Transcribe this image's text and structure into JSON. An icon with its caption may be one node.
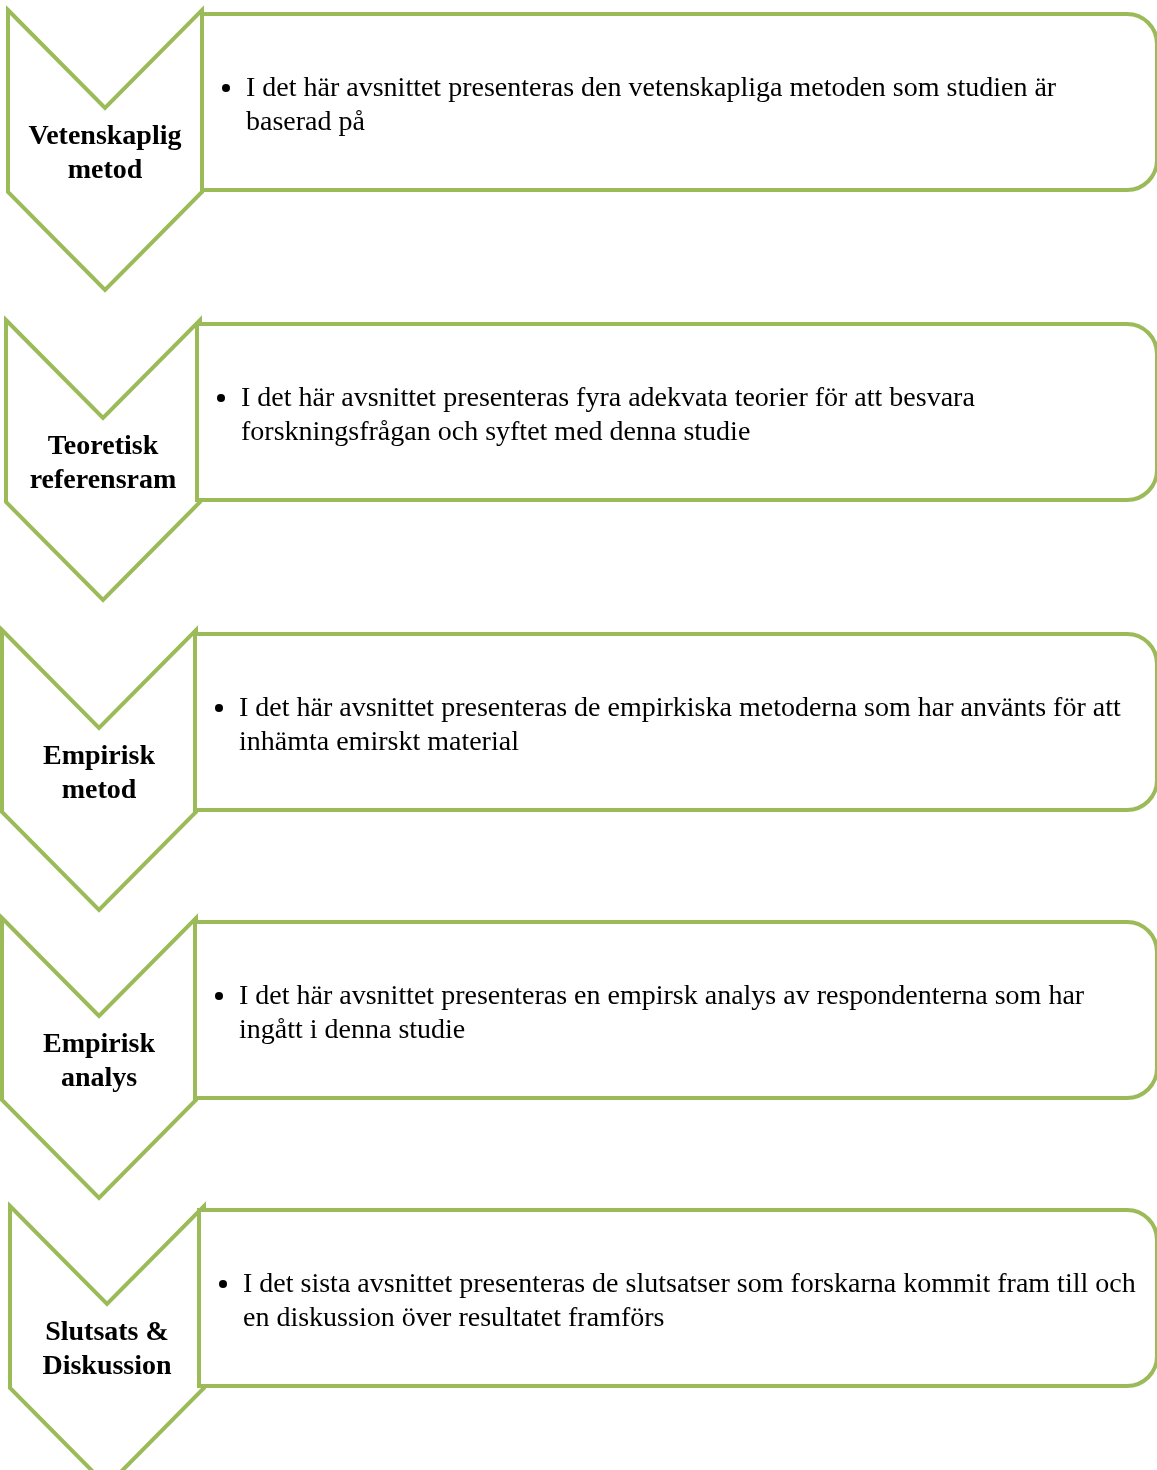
{
  "diagram": {
    "nodes": [
      {
        "text": [
          "Vetenskaplig metod"
        ]
      },
      {
        "text": [
          "I det här avsnittet presenteras den vetenskapliga metoden som studien är baserad på"
        ]
      },
      {
        "text": [
          "Teoretisk referensram"
        ]
      },
      {
        "text": [
          "I det här avsnittet presenteras fyra adekvata teorier för att besvara forskningsfrågan och syftet med denna studie"
        ]
      },
      {
        "text": [
          "Empirisk metod"
        ]
      },
      {
        "text": [
          "I det här avsnittet presenteras de empirkiska metoderna som har använts för att inhämta emirskt material"
        ]
      },
      {
        "text": [
          "Empirisk analys"
        ]
      },
      {
        "text": [
          "I det här avsnittet presenteras en empirsk analys av respondenterna som har ingått i denna studie"
        ]
      },
      {
        "text": [
          "Slutsats & Diskussion"
        ]
      },
      {
        "text": [
          "I det sista avsnittet presenteras de slutsatser som forskarna kommit fram till och en diskussion över resultatet framförs"
        ]
      }
    ]
  }
}
